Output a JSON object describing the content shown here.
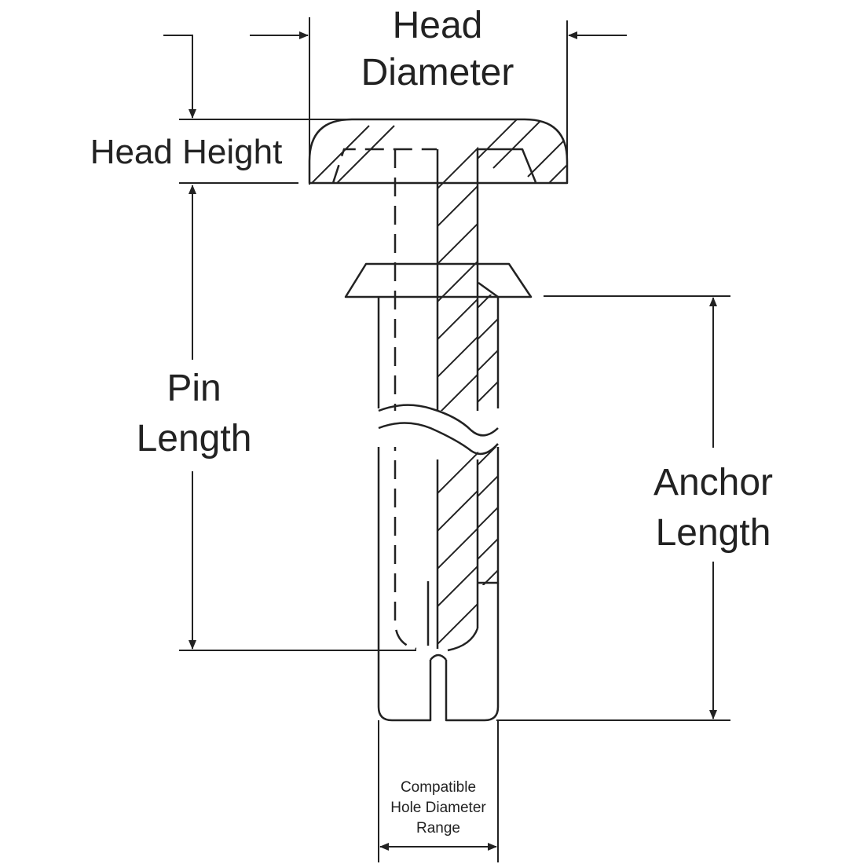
{
  "labels": {
    "head_diameter": [
      "Head",
      "Diameter"
    ],
    "head_height": "Head Height",
    "pin_length": [
      "Pin",
      "Length"
    ],
    "anchor_length": [
      "Anchor",
      "Length"
    ],
    "hole_range": [
      "Compatible",
      "Hole Diameter",
      "Range"
    ]
  },
  "colors": {
    "line": "#222222",
    "background": "#ffffff"
  }
}
